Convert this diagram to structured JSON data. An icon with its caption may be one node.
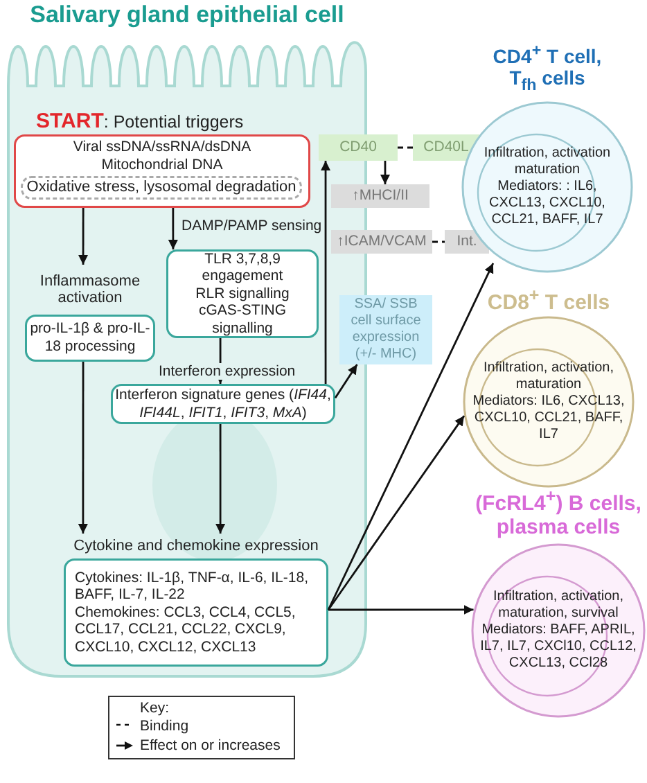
{
  "diagram": {
    "nodes": [
      {
        "text": [
          "Salivary gland epithelial cell"
        ]
      },
      {
        "text": [
          "**START**: Potential triggers",
          "Viral ssDNA/ssRNA/dsDNA Mitochondrial DNA"
        ],
        "in": 0
      },
      {
        "text": [
          "Oxidative stress, lysosomal degradation"
        ],
        "in": 1
      },
      {
        "text": [
          "Inflammasome activation",
          "pro-IL-1β & pro-IL-18 processing"
        ],
        "in": 0
      },
      {
        "text": [
          "TLR 3,7,8,9 engagement RLR signalling cGAS-STING signalling"
        ],
        "in": 0
      },
      {
        "text": [
          "Interferon signature genes (*IFI44*, *IFI44L*, *IFIT1*, *IFIT3*, *MxA*)"
        ],
        "in": 0
      },
      {
        "text": [
          "Cytokine and chemokine expression",
          "Cytokines: IL-1β, TNF-α, IL-6, IL-18, BAFF, IL-7, IL-22",
          "Chemokines:  CCL3, CCL4, CCL5, CCL17, CCL21, CCL22, CXCL9, CXCL10, CXCL12, CXCL13"
        ],
        "in": 0
      },
      {
        "text": [
          "CD40"
        ]
      },
      {
        "text": [
          "CD40L"
        ]
      },
      {
        "text": [
          "↑MHCI/II"
        ]
      },
      {
        "text": [
          "↑ICAM/VCAM"
        ]
      },
      {
        "text": [
          "Int."
        ]
      },
      {
        "text": [
          "SSA/ SSB cell surface expression (+/- MHC)"
        ]
      },
      {
        "text": [
          "CD4$^{+}$ T cell, T$_{fh}$ cells",
          "Infiltration, activation maturation",
          "Mediators: : IL6, CXCL13, CXCL10, CCL21, BAFF, IL7"
        ]
      },
      {
        "text": [
          "CD8$^{+}$ T cells",
          "Infiltration, activation, maturation",
          "Mediators: IL6, CXCL13, CXCL10, CCL21, BAFF, IL7"
        ]
      },
      {
        "text": [
          "(FcRL4$^{+}$) B cells, plasma cells",
          "Infiltration, activation, maturation, survival",
          "Mediators: BAFF, APRIL, IL7, IL7, CXCl10, CCL12, CXCL13, CCl28"
        ]
      }
    ],
    "edges": [
      {
        "from": 1,
        "to": 3,
        "arrow": "to"
      },
      {
        "from": 1,
        "to": 4,
        "arrow": "to",
        "label": "DAMP/PAMP sensing"
      },
      {
        "from": 4,
        "to": 5,
        "arrow": "to",
        "label": "Interferon expression"
      },
      {
        "from": 3,
        "to": 6,
        "arrow": "to"
      },
      {
        "from": 5,
        "to": 6,
        "arrow": "to"
      },
      {
        "from": 5,
        "to": 7,
        "arrow": "to"
      },
      {
        "from": 7,
        "to": 8,
        "arrow": "none",
        "style": "dashed"
      },
      {
        "from": 7,
        "to": 9,
        "arrow": "to"
      },
      {
        "from": 10,
        "to": 11,
        "arrow": "none",
        "style": "dashed"
      },
      {
        "from": 5,
        "to": 12,
        "arrow": "to"
      },
      {
        "from": 6,
        "to": 13,
        "arrow": "to"
      },
      {
        "from": 6,
        "to": 14,
        "arrow": "to"
      },
      {
        "from": 6,
        "to": 15,
        "arrow": "to"
      }
    ],
    "labels": [
      "Key:"
    ],
    "legend": [
      {
        "text": "Binding"
      },
      {
        "text": "Effect on or increases"
      }
    ]
  }
}
